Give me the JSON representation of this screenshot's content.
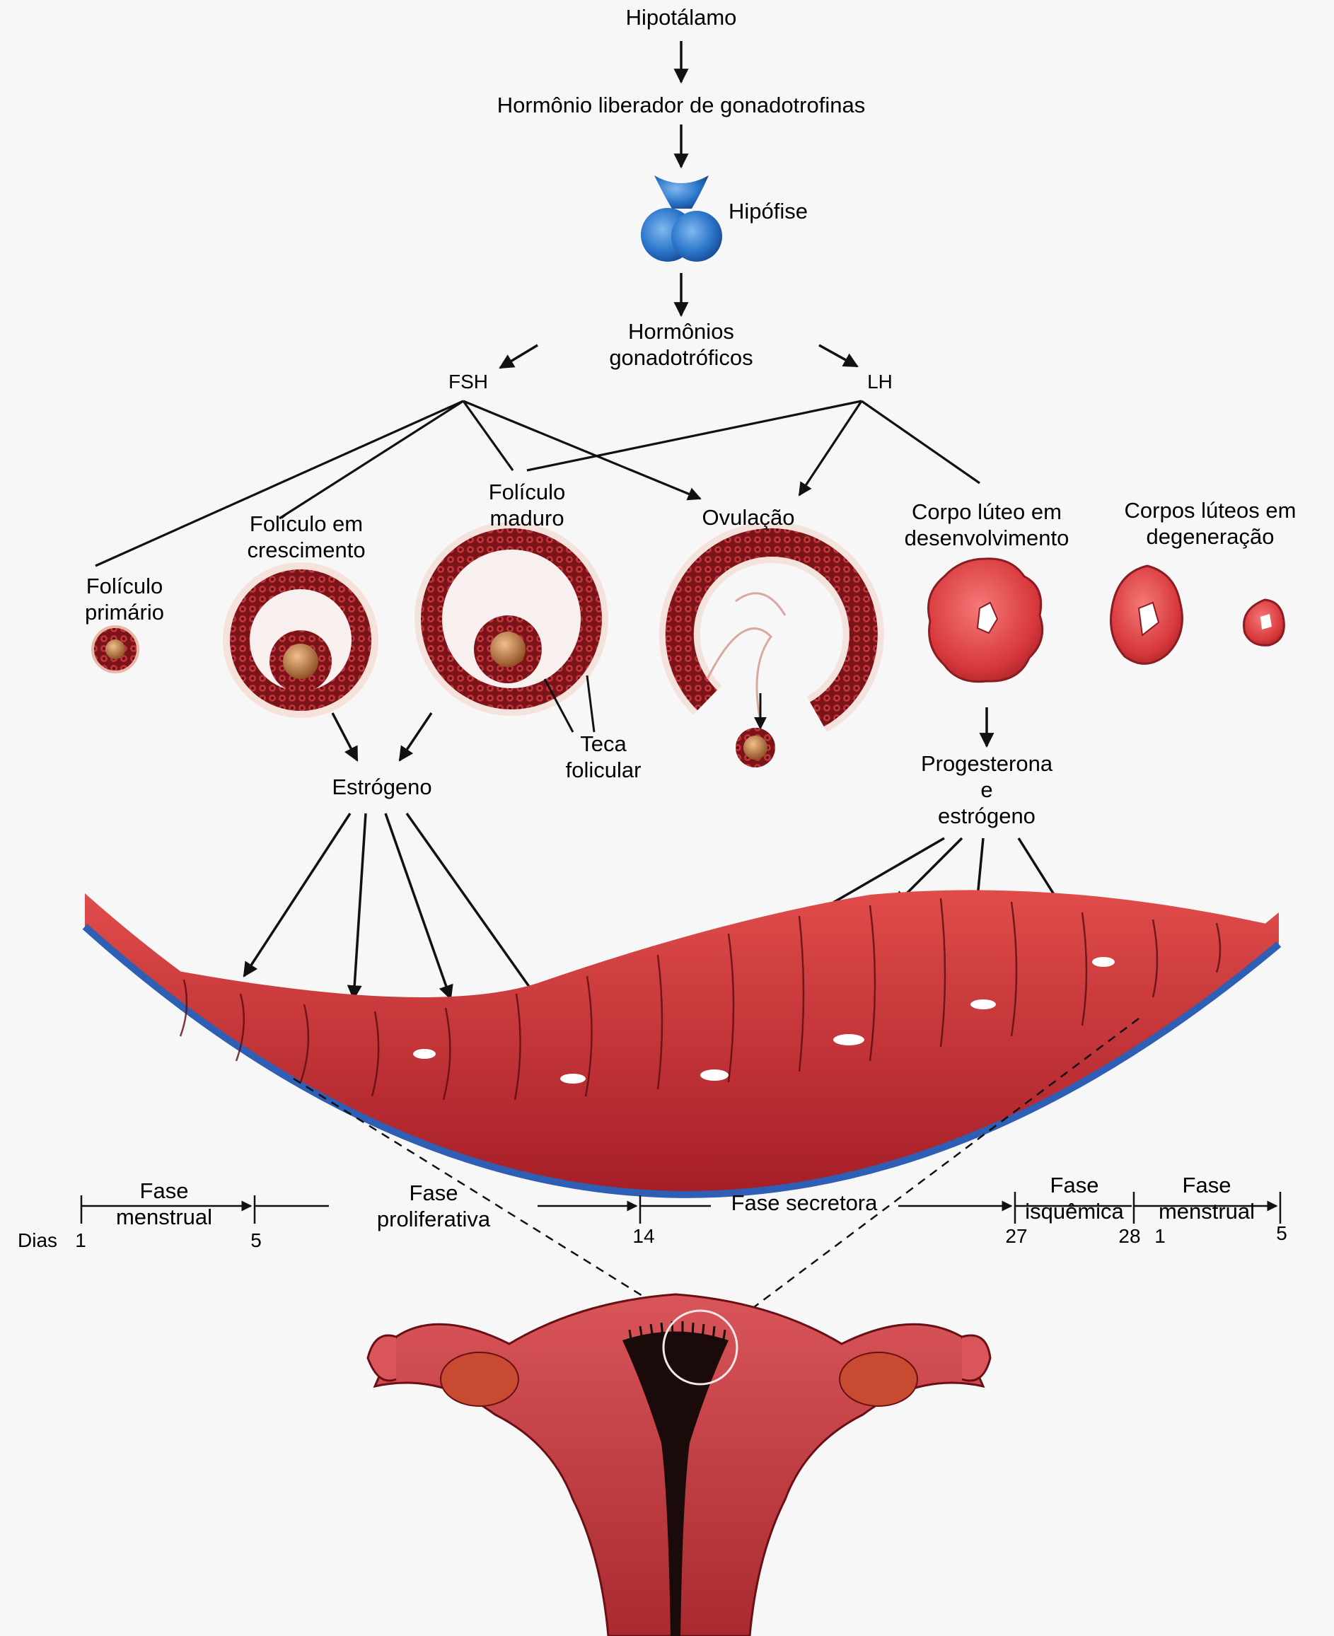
{
  "labels": {
    "hypothalamus": "Hipotálamo",
    "gnrh": "Hormônio liberador de gonadotrofinas",
    "pituitary": "Hipófise",
    "gonadotropic": [
      "Hormônios",
      "gonadotróficos"
    ],
    "fsh": "FSH",
    "lh": "LH",
    "primary_follicle": [
      "Folículo",
      "primário"
    ],
    "growing_follicle": [
      "Folículo em",
      "crescimento"
    ],
    "mature_follicle": [
      "Folículo",
      "maduro"
    ],
    "ovulation": "Ovulação",
    "developing_corpus_luteum": [
      "Corpo lúteo em",
      "desenvolvimento"
    ],
    "degenerating_corpora_lutea": [
      "Corpos lúteos em",
      "degeneração"
    ],
    "theca": [
      "Teca",
      "folicular"
    ],
    "estrogen": "Estrógeno",
    "progesterone": [
      "Progesterona",
      "e",
      "estrógeno"
    ]
  },
  "timeline": {
    "days_label": "Dias",
    "phases": [
      {
        "name": [
          "Fase",
          "menstrual"
        ]
      },
      {
        "name": [
          "Fase",
          "proliferativa"
        ]
      },
      {
        "name": [
          "Fase secretora"
        ]
      },
      {
        "name": [
          "Fase",
          "isquêmica"
        ]
      },
      {
        "name": [
          "Fase",
          "menstrual"
        ]
      }
    ],
    "ticks": [
      "1",
      "5",
      "14",
      "27",
      "28",
      "1",
      "5"
    ]
  },
  "colors": {
    "tissue_red": "#c8343a",
    "tissue_dark": "#8a1c22",
    "pituitary_blue": "#2a74c9",
    "basal_blue": "#2e5fb5",
    "arrow": "#111111"
  }
}
